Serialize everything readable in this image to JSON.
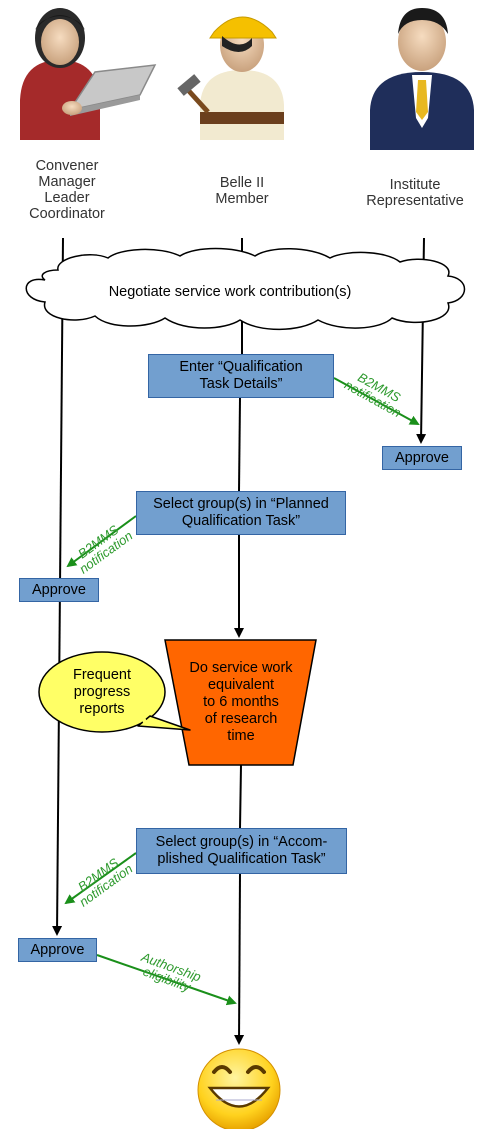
{
  "roles": {
    "convener": [
      "Convener",
      "Manager",
      "Leader",
      "Coordinator"
    ],
    "member": [
      "Belle II",
      "Member"
    ],
    "institute": [
      "Institute",
      "Representative"
    ]
  },
  "cloud": {
    "text": "Negotiate service work contribution(s)"
  },
  "steps": {
    "enter_task": [
      "Enter “Qualification",
      "Task Details”"
    ],
    "approve_institute": "Approve",
    "select_planned": [
      "Select group(s) in “Planned",
      "Qualification Task”"
    ],
    "approve_convener_1": "Approve",
    "do_service_work": [
      "Do service work",
      "equivalent",
      "to 6 months",
      "of research",
      "time"
    ],
    "progress_bubble": [
      "Frequent",
      "progress",
      "reports"
    ],
    "select_accomplished": [
      "Select group(s) in “Accom-",
      "plished Qualification Task”"
    ],
    "approve_convener_2": "Approve"
  },
  "notifications": {
    "n1": [
      "B2MMS",
      "notification"
    ],
    "n2": [
      "B2MMS",
      "notification"
    ],
    "n3": [
      "B2MMS",
      "notification"
    ],
    "authorship": [
      "Authorship",
      "eligibility"
    ]
  },
  "colors": {
    "box_fill": "#729fcf",
    "box_border": "#3465a4",
    "work_fill": "#ff6600",
    "bubble_fill": "#ffff66",
    "notify_green": "#2e9a2e"
  }
}
